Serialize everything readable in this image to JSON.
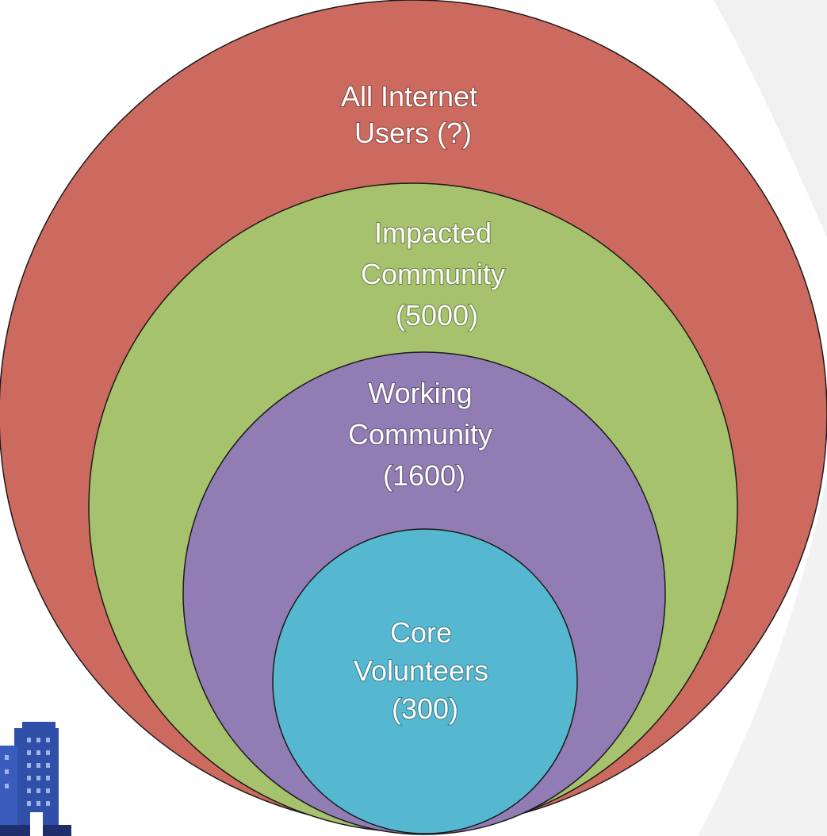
{
  "diagram": {
    "type": "nested-circles",
    "rings": [
      {
        "id": "all-internet-users",
        "lines": [
          "All Internet",
          "Users (?)"
        ],
        "color": "#cd6a5f"
      },
      {
        "id": "impacted-community",
        "lines": [
          "Impacted",
          "Community",
          "(5000)"
        ],
        "color": "#a6c26c"
      },
      {
        "id": "working-community",
        "lines": [
          "Working",
          "Community",
          "(1600)"
        ],
        "color": "#917cb4"
      },
      {
        "id": "core-volunteers",
        "lines": [
          "Core",
          "Volunteers",
          "(300)"
        ],
        "color": "#55b8d0"
      }
    ]
  },
  "background": {
    "color": "#ffffff",
    "watermark_color": "#ececec"
  },
  "logo": {
    "name": "building-logo-icon",
    "color": "#2f4fa8"
  }
}
